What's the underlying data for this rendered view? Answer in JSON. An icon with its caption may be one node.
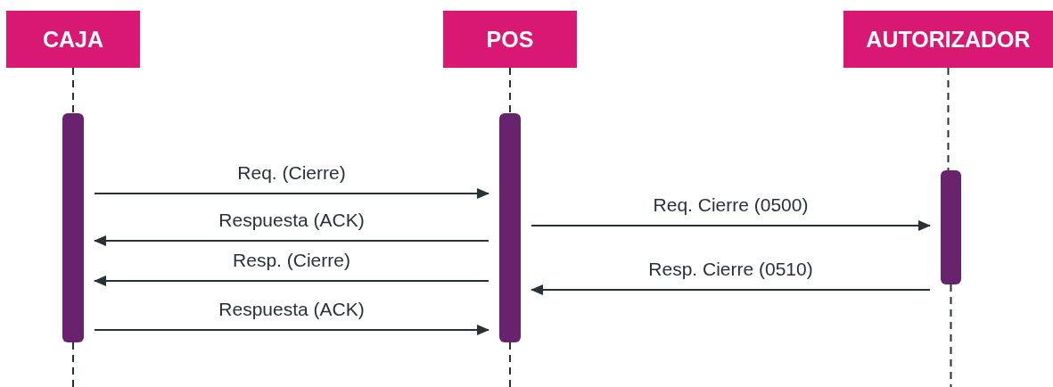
{
  "diagram": {
    "nodes": [
      {
        "text": [
          "CAJA"
        ]
      },
      {
        "text": [
          "POS"
        ]
      },
      {
        "text": [
          "AUTORIZADOR"
        ]
      },
      {
        "text": [],
        "shape": "bar"
      },
      {
        "text": [],
        "shape": "bar"
      },
      {
        "text": [],
        "shape": "bar"
      }
    ],
    "edges": [
      {
        "from": 0,
        "to": 3,
        "arrow": "none",
        "style": "dashed"
      },
      {
        "from": 1,
        "to": 4,
        "arrow": "none",
        "style": "dashed"
      },
      {
        "from": 2,
        "to": 5,
        "arrow": "none",
        "style": "dashed"
      },
      {
        "from": 3,
        "to": null,
        "arrow": "none",
        "style": "dashed"
      },
      {
        "from": 4,
        "to": null,
        "arrow": "none",
        "style": "dashed"
      },
      {
        "from": 5,
        "to": null,
        "arrow": "none",
        "style": "dashed"
      },
      {
        "from": 3,
        "to": 4,
        "label": "Req. (Cierre)",
        "arrow": "to"
      },
      {
        "from": 4,
        "to": 3,
        "label": "Respuesta (ACK)",
        "arrow": "to"
      },
      {
        "from": 4,
        "to": 5,
        "label": "Req. Cierre (0500)",
        "arrow": "to"
      },
      {
        "from": 4,
        "to": 3,
        "label": "Resp. (Cierre)",
        "arrow": "to"
      },
      {
        "from": 5,
        "to": 4,
        "label": "Resp. Cierre (0510)",
        "arrow": "to"
      },
      {
        "from": 3,
        "to": 4,
        "label": "Respuesta (ACK)",
        "arrow": "to"
      }
    ]
  }
}
